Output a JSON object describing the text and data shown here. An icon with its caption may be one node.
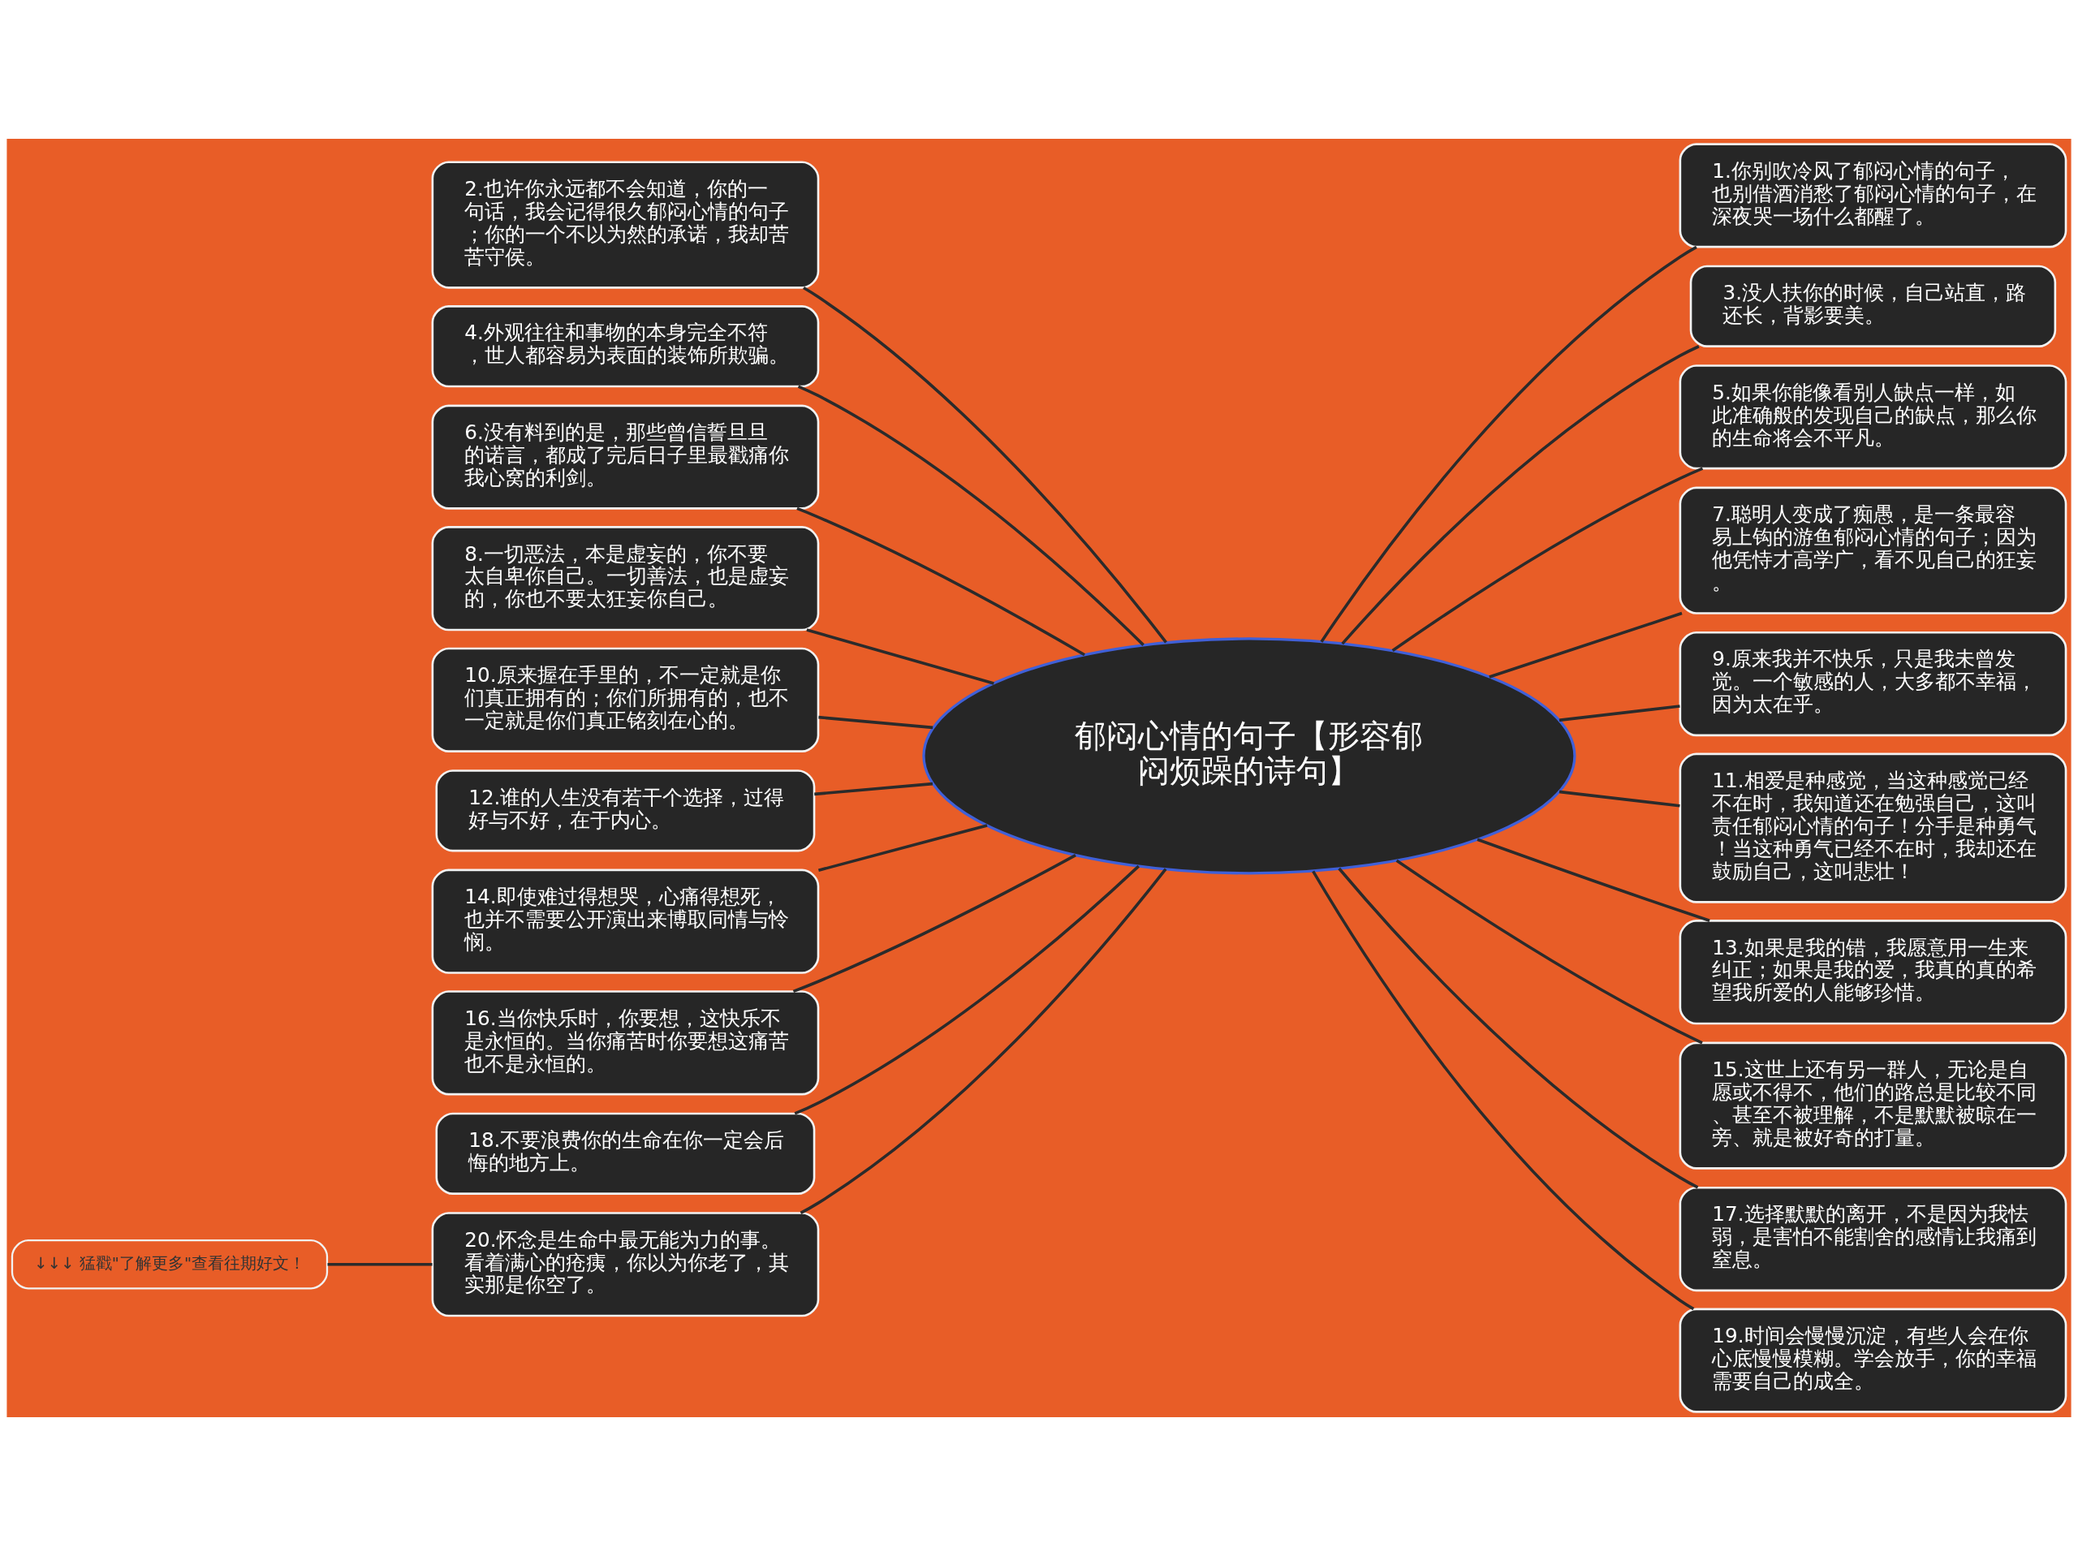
{
  "diagram": {
    "nodes": [
      {
        "text": [
          "郁闷心情的句子【形容郁闷烦躁的诗句】"
        ]
      },
      {
        "text": [
          "1.你别吹冷风了郁闷心情的句子，也别借酒消愁了郁闷心情的句子，在深夜哭一场什么都醒了。"
        ]
      },
      {
        "text": [
          "2.也许你永远都不会知道，你的一句话，我会记得很久郁闷心情的句子；你的一个不以为然的承诺，我却苦苦守侯。"
        ]
      },
      {
        "text": [
          "3.没人扶你的时候，自己站直，路还长，背影要美。"
        ]
      },
      {
        "text": [
          "4.外观往往和事物的本身完全不符，世人都容易为表面的装饰所欺骗。"
        ]
      },
      {
        "text": [
          "5.如果你能像看别人缺点一样，如此准确般的发现自己的缺点，那么你的生命将会不平凡。"
        ]
      },
      {
        "text": [
          "6.没有料到的是，那些曾信誓旦旦的诺言，都成了完后日子里最戳痛你我心窝的利剑。"
        ]
      },
      {
        "text": [
          "7.聪明人变成了痴愚，是一条最容易上钩的游鱼郁闷心情的句子；因为他凭恃才高学广，看不见自己的狂妄。"
        ]
      },
      {
        "text": [
          "8.一切恶法，本是虚妄的，你不要太自卑你自己。一切善法，也是虚妄的，你也不要太狂妄你自己。"
        ]
      },
      {
        "text": [
          "9.原来我并不快乐，只是我未曾发觉。一个敏感的人，大多都不幸福，因为太在乎。"
        ]
      },
      {
        "text": [
          "10.原来握在手里的，不一定就是你们真正拥有的；你们所拥有的，也不一定就是你们真正铭刻在心的。"
        ]
      },
      {
        "text": [
          "11.相爱是种感觉，当这种感觉已经不在时，我知道还在勉强自己，这叫责任郁闷心情的句子！分手是种勇气！当这种勇气已经不在时，我却还在鼓励自己，这叫悲壮！"
        ]
      },
      {
        "text": [
          "12.谁的人生没有若干个选择，过得好与不好，在于内心。"
        ]
      },
      {
        "text": [
          "13.如果是我的错，我愿意用一生来纠正；如果是我的爱，我真的真的希望我所爱的人能够珍惜。"
        ]
      },
      {
        "text": [
          "14.即使难过得想哭，心痛得想死，也并不需要公开演出来博取同情与怜悯。"
        ]
      },
      {
        "text": [
          "15.这世上还有另一群人，无论是自愿或不得不，他们的路总是比较不同、甚至不被理解，不是默默被晾在一旁、就是被好奇的打量。"
        ]
      },
      {
        "text": [
          "16.当你快乐时，你要想，这快乐不是永恒的。当你痛苦时你要想这痛苦也不是永恒的。"
        ]
      },
      {
        "text": [
          "17.选择默默的离开，不是因为我怯弱，是害怕不能割舍的感情让我痛到窒息。"
        ]
      },
      {
        "text": [
          "18.不要浪费你的生命在你一定会后悔的地方上。"
        ]
      },
      {
        "text": [
          "19.时间会慢慢沉淀，有些人会在你心底慢慢模糊。学会放手，你的幸福需要自己的成全。"
        ]
      },
      {
        "text": [
          "20.怀念是生命中最无能为力的事。看着满心的疮痍，你以为你老了，其实那是你空了。"
        ]
      },
      {
        "text": [
          "↓↓↓ 猛戳\"了解更多\"查看往期好文！"
        ]
      }
    ],
    "edges": [
      {
        "from": 0,
        "to": 1,
        "arrow": "none"
      },
      {
        "from": 0,
        "to": 2,
        "arrow": "none"
      },
      {
        "from": 0,
        "to": 3,
        "arrow": "none"
      },
      {
        "from": 0,
        "to": 4,
        "arrow": "none"
      },
      {
        "from": 0,
        "to": 5,
        "arrow": "none"
      },
      {
        "from": 0,
        "to": 6,
        "arrow": "none"
      },
      {
        "from": 0,
        "to": 7,
        "arrow": "none"
      },
      {
        "from": 0,
        "to": 8,
        "arrow": "none"
      },
      {
        "from": 0,
        "to": 9,
        "arrow": "none"
      },
      {
        "from": 0,
        "to": 10,
        "arrow": "none"
      },
      {
        "from": 0,
        "to": 11,
        "arrow": "none"
      },
      {
        "from": 0,
        "to": 12,
        "arrow": "none"
      },
      {
        "from": 0,
        "to": 13,
        "arrow": "none"
      },
      {
        "from": 0,
        "to": 14,
        "arrow": "none"
      },
      {
        "from": 0,
        "to": 15,
        "arrow": "none"
      },
      {
        "from": 0,
        "to": 16,
        "arrow": "none"
      },
      {
        "from": 0,
        "to": 17,
        "arrow": "none"
      },
      {
        "from": 0,
        "to": 18,
        "arrow": "none"
      },
      {
        "from": 0,
        "to": 19,
        "arrow": "none"
      },
      {
        "from": 0,
        "to": 20,
        "arrow": "none"
      },
      {
        "from": 20,
        "to": 21,
        "arrow": "none"
      }
    ]
  }
}
